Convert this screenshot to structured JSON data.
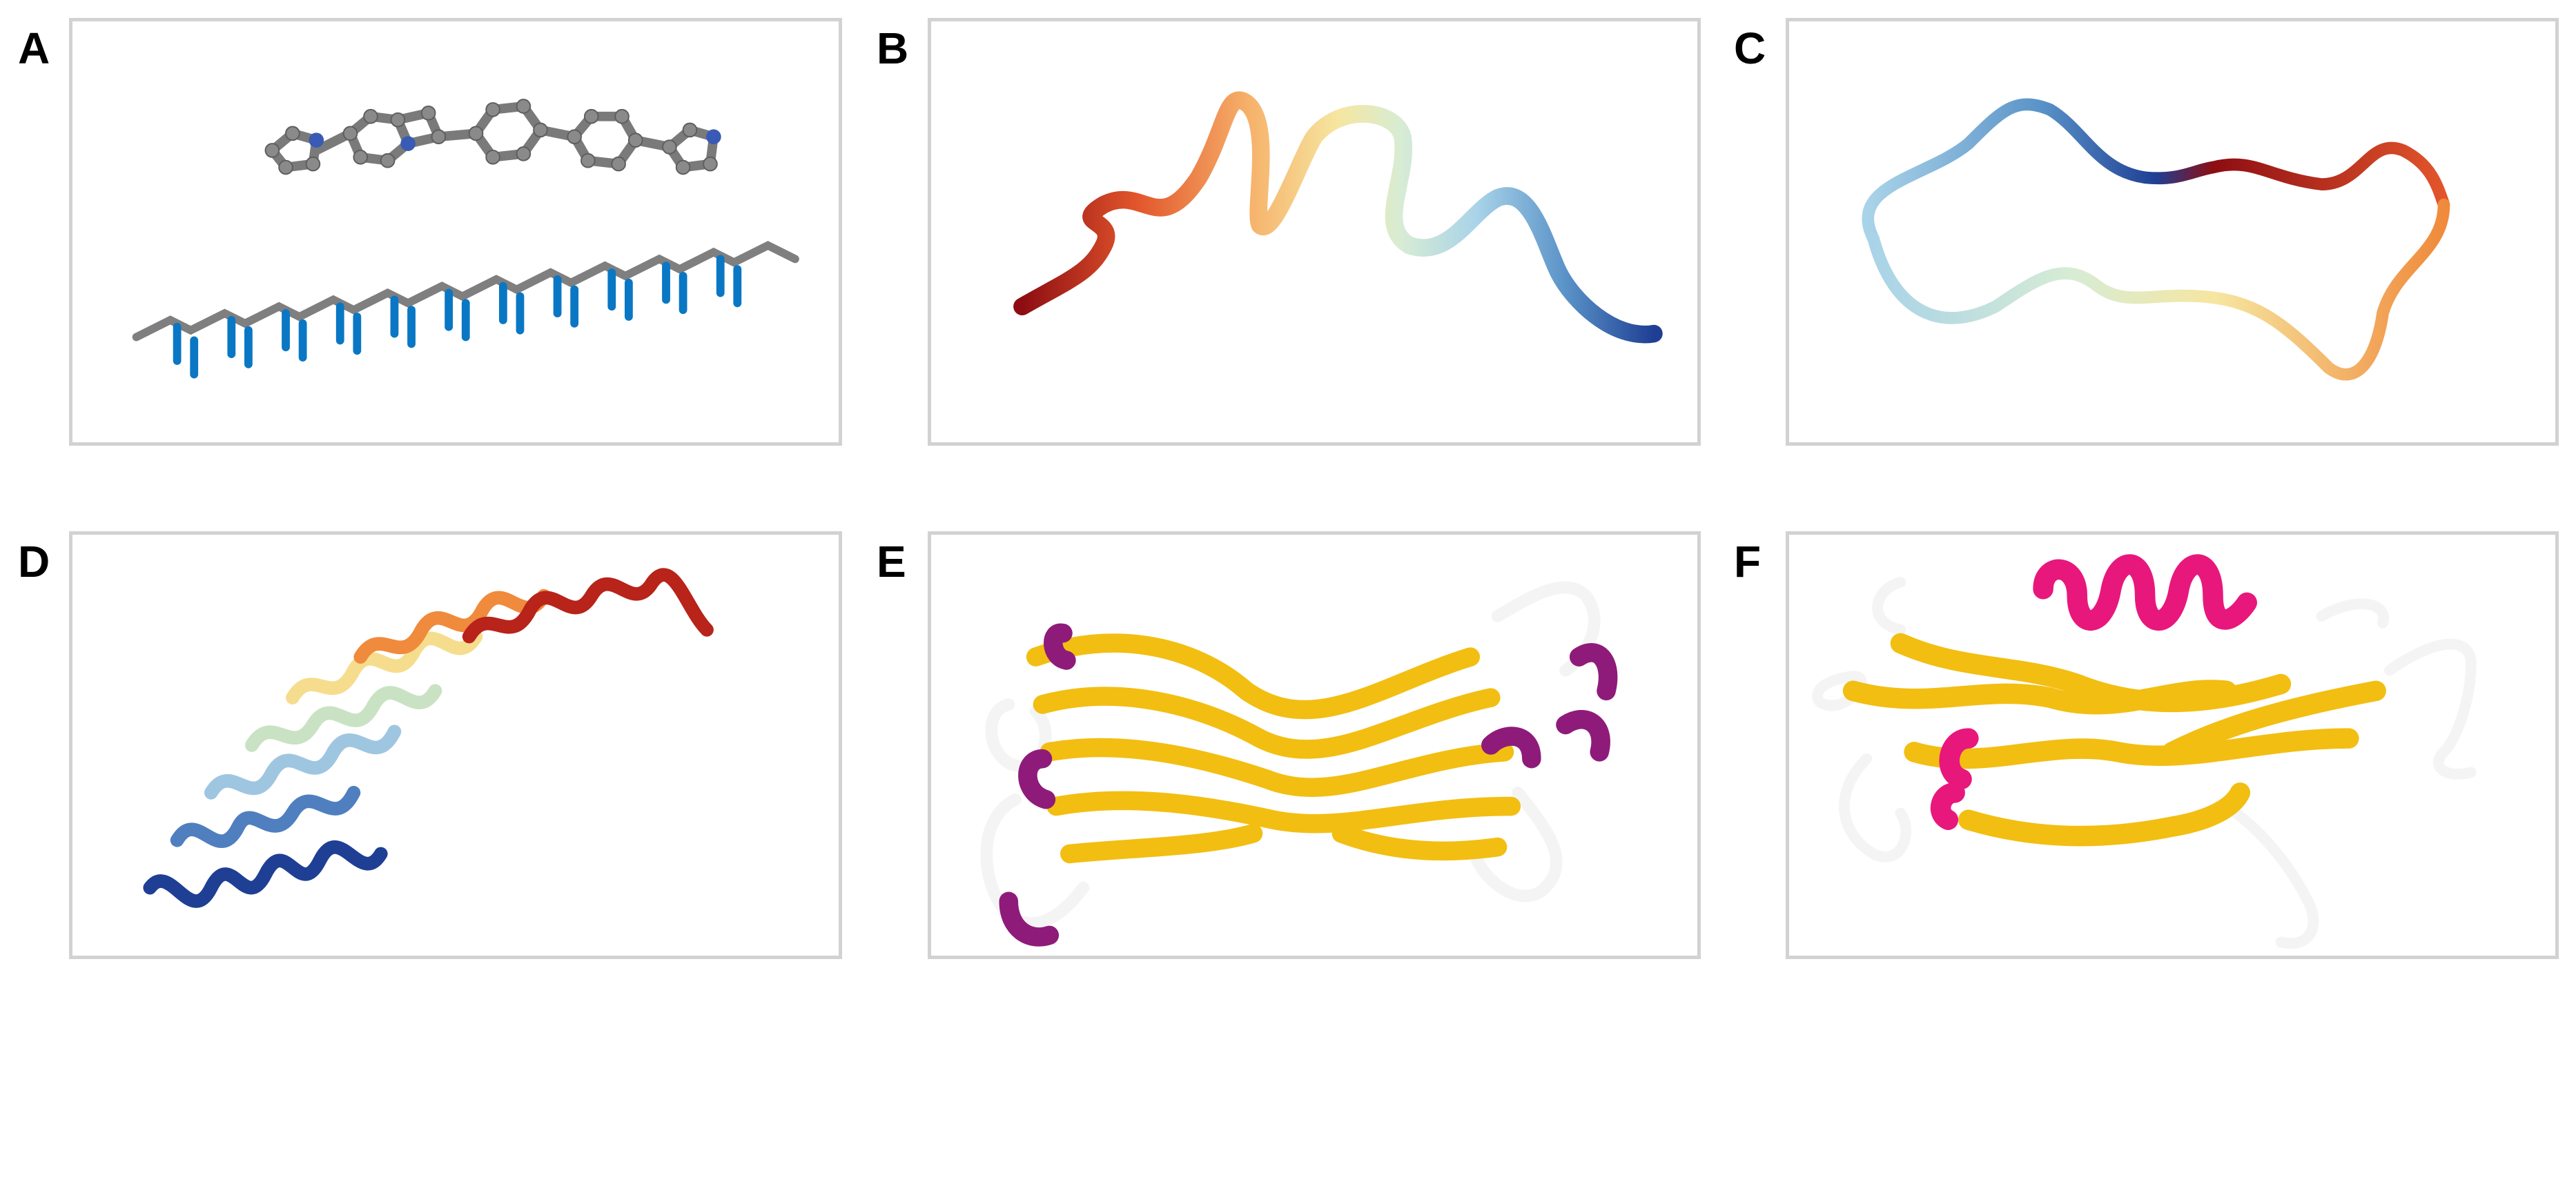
{
  "panels": [
    {
      "letter": "A",
      "content": "small-molecule-and-dna-strand"
    },
    {
      "letter": "B",
      "content": "helical-peptide-ribbon"
    },
    {
      "letter": "C",
      "content": "cyclic-peptide-loop-ribbon"
    },
    {
      "letter": "D",
      "content": "alpha-helical-repeat-protein"
    },
    {
      "letter": "E",
      "content": "beta-sheet-protein-dimer"
    },
    {
      "letter": "F",
      "content": "alpha-beta-protein-fold"
    }
  ],
  "colors": {
    "frame_border": "#d2d2d2",
    "dna_backbone": "#7f7f7f",
    "dna_bases": "#0a77c4",
    "molecule_carbon": "#808080",
    "molecule_nitrogen": "#3a5bb5",
    "strand_gold": "#f2be12",
    "helix_magenta_E": "#8e1b7a",
    "helix_pink_F": "#e8177c",
    "coil_white": "#f4f4f4",
    "spectrum": [
      "#8e0d12",
      "#e2552b",
      "#f6b26b",
      "#f6e6a0",
      "#d7ecd4",
      "#a9d3e8",
      "#5a93c8",
      "#1f3f94"
    ]
  }
}
